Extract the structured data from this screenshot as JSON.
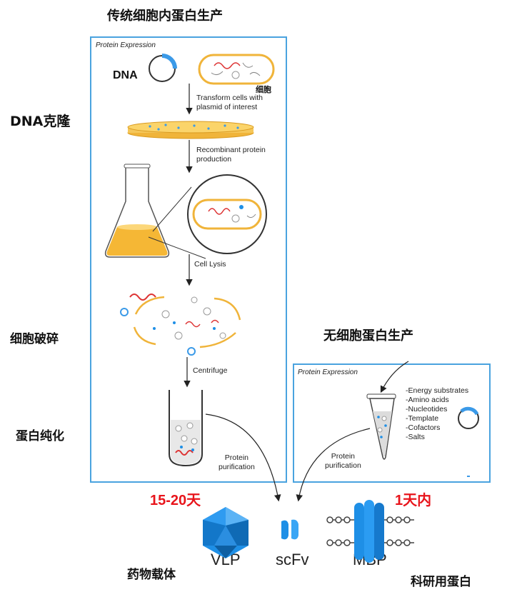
{
  "titles": {
    "traditional": "传统细胞内蛋白生产",
    "cell_free": "无细胞蛋白生产"
  },
  "steps": {
    "dna_clone": "DNA克隆",
    "cell_break": "细胞破碎",
    "purify": "蛋白纯化"
  },
  "labels": {
    "protein_expression": "Protein Expression",
    "dna": "DNA",
    "cell": "细胞",
    "transform_1": "Transform cells with",
    "transform_2": "plasmid of interest",
    "recombinant_1": "Recombinant protein",
    "recombinant_2": "production",
    "cell_lysis": "Cell Lysis",
    "centrifuge": "Centrifuge",
    "purification_1": "Protein",
    "purification_2": "purification"
  },
  "cell_free_box": {
    "protein_expression": "Protein Expression",
    "ingredients": [
      "-Energy substrates",
      "-Amino acids",
      "-Nucleotides",
      "-Template",
      "-Cofactors",
      "-Salts"
    ],
    "purification_1": "Protein",
    "purification_2": "purification"
  },
  "durations": {
    "traditional": "15-20天",
    "cell_free": "1天内"
  },
  "products": {
    "vlp": "VLP",
    "scfv": "scFv",
    "mbp": "MBP"
  },
  "uses": {
    "drug_carrier": "药物载体",
    "research": "科研用蛋白"
  },
  "colors": {
    "frame": "#4aa3df",
    "accent_red": "#e8141b",
    "protein_blue": "#1e8fe6",
    "medium_yellow": "#f0b43a"
  }
}
